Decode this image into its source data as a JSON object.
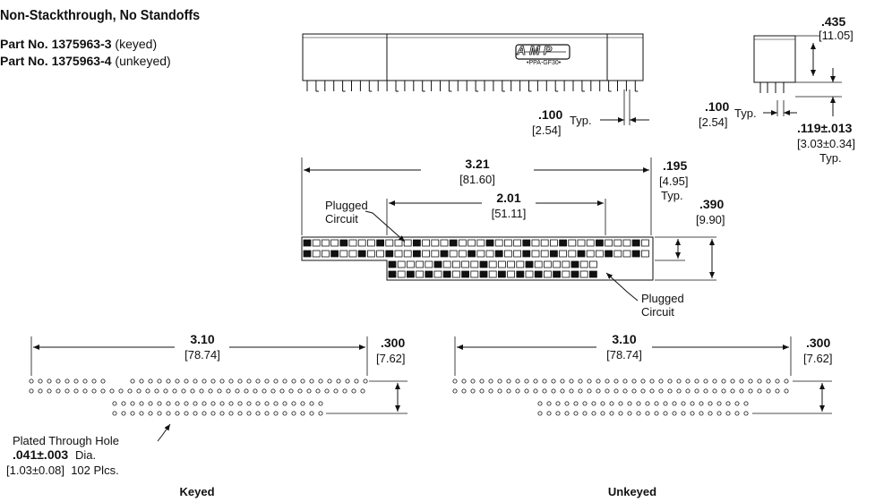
{
  "header": {
    "title": "Non-Stackthrough, No Standoffs",
    "part1_label": "Part No. 1375963-3",
    "part1_note": "(keyed)",
    "part2_label": "Part No. 1375963-4",
    "part2_note": "(unkeyed)"
  },
  "side_view": {
    "logo_text": "AMP",
    "logo_sub": "•PPA-GF30•",
    "pitch_in": ".100",
    "pitch_mm": "[2.54]",
    "pitch_typ": "Typ."
  },
  "end_view": {
    "height_in": ".435",
    "height_mm": "[11.05]",
    "pitch_in": ".100",
    "pitch_mm": "[2.54]",
    "pitch_typ": "Typ.",
    "tail_in": ".119",
    "tail_pm": "±.013",
    "tail_mm": "[3.03±0.34]",
    "tail_typ": "Typ."
  },
  "top_view": {
    "length_in": "3.21",
    "length_mm": "[81.60]",
    "inner_in": "2.01",
    "inner_mm": "[51.11]",
    "row_in": ".195",
    "row_mm": "[4.95]",
    "row_typ": "Typ.",
    "width_in": ".390",
    "width_mm": "[9.90]",
    "plugged_top": "Plugged\nCircuit",
    "plugged_bottom": "Plugged\nCircuit"
  },
  "keyed": {
    "length_in": "3.10",
    "length_mm": "[78.74]",
    "height_in": ".300",
    "height_mm": "[7.62]",
    "hole_label": "Plated Through Hole",
    "hole_in": ".041",
    "hole_pm": "±.003",
    "hole_dia": "Dia.",
    "hole_mm": "[1.03±0.08]",
    "hole_count": "102 Plcs.",
    "caption": "Keyed"
  },
  "unkeyed": {
    "length_in": "3.10",
    "length_mm": "[78.74]",
    "height_in": ".300",
    "height_mm": "[7.62]",
    "caption": "Unkeyed"
  }
}
